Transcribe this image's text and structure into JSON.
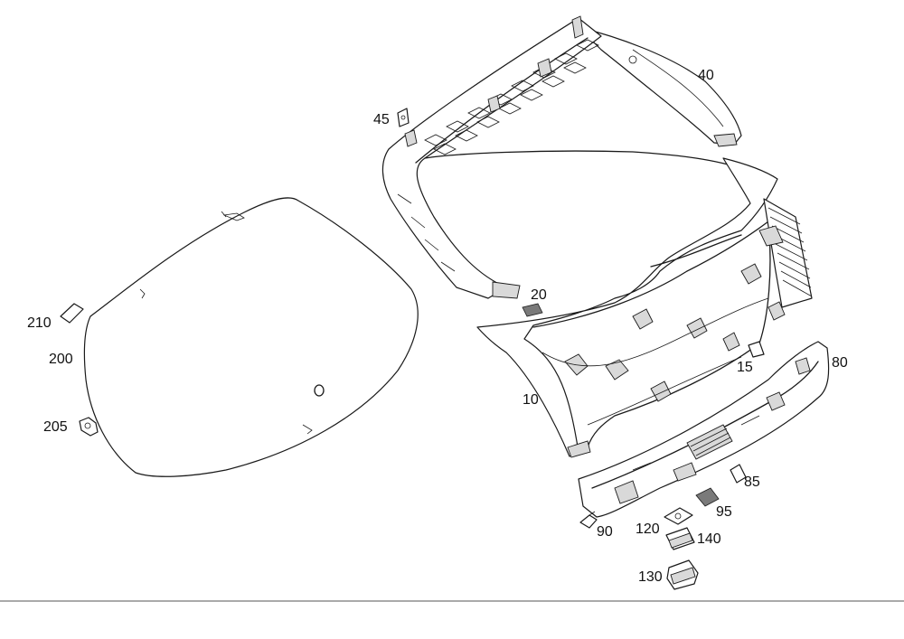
{
  "callouts": {
    "c210": "210",
    "c200": "200",
    "c205": "205",
    "c45": "45",
    "c40": "40",
    "c20": "20",
    "c15": "15",
    "c80": "80",
    "c10": "10",
    "c85": "85",
    "c95": "95",
    "c90": "90",
    "c120": "120",
    "c140": "140",
    "c130": "130"
  }
}
